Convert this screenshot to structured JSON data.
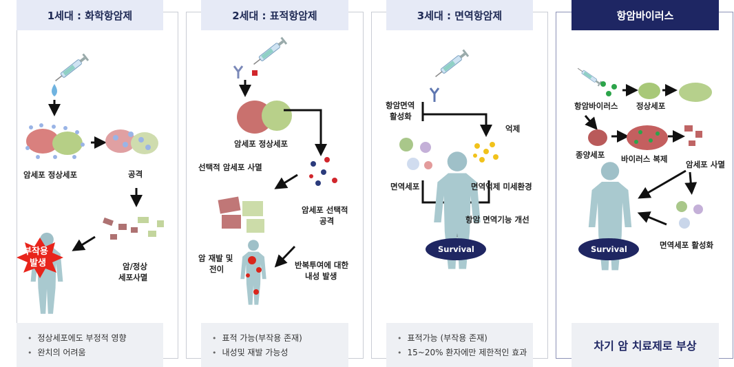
{
  "panels": [
    {
      "header": "1세대 : 화학항암제",
      "labels": {
        "cells": "암세포 정상세포",
        "attack": "공격",
        "death_1": "암/정상",
        "death_2": "세포사멸",
        "side_effect_1": "부작용",
        "side_effect_2": "발생"
      },
      "notes": [
        "정상세포에도 부정적 영향",
        "완치의 어려움"
      ]
    },
    {
      "header": "2세대 : 표적항암제",
      "labels": {
        "cells": "암세포 정상세포",
        "selective_death": "선택적 암세포 사멸",
        "selective_attack_1": "암세포 선택적",
        "selective_attack_2": "공격",
        "relapse_1": "암 재발 및",
        "relapse_2": "전이",
        "resistance_1": "반복투여에 대한",
        "resistance_2": "내성 발생"
      },
      "notes": [
        "표적 가능(부작용 존재)",
        "내성및 재발 가능성"
      ]
    },
    {
      "header": "3세대 : 면역항암제",
      "labels": {
        "activation_1": "항암면역",
        "activation_2": "활성화",
        "suppression": "억제",
        "immune_cells": "면역세포",
        "suppressive_env": "면역억제 미세환경",
        "improvement": "항암 면역기능 개선",
        "survival": "Survival"
      },
      "notes": [
        "표적가능 (부작용 존재)",
        "15~20% 환자에만 제한적인 효과"
      ]
    },
    {
      "header": "항암바이러스",
      "labels": {
        "virus": "항암바이러스",
        "normal_cell": "정상세포",
        "tumor_cell": "종양세포",
        "replication": "바이러스 복제",
        "cell_death": "암세포 사멸",
        "immune_activation": "면역세포 활성화",
        "survival": "Survival"
      },
      "footer": "차기 암 치료제로 부상"
    }
  ]
}
